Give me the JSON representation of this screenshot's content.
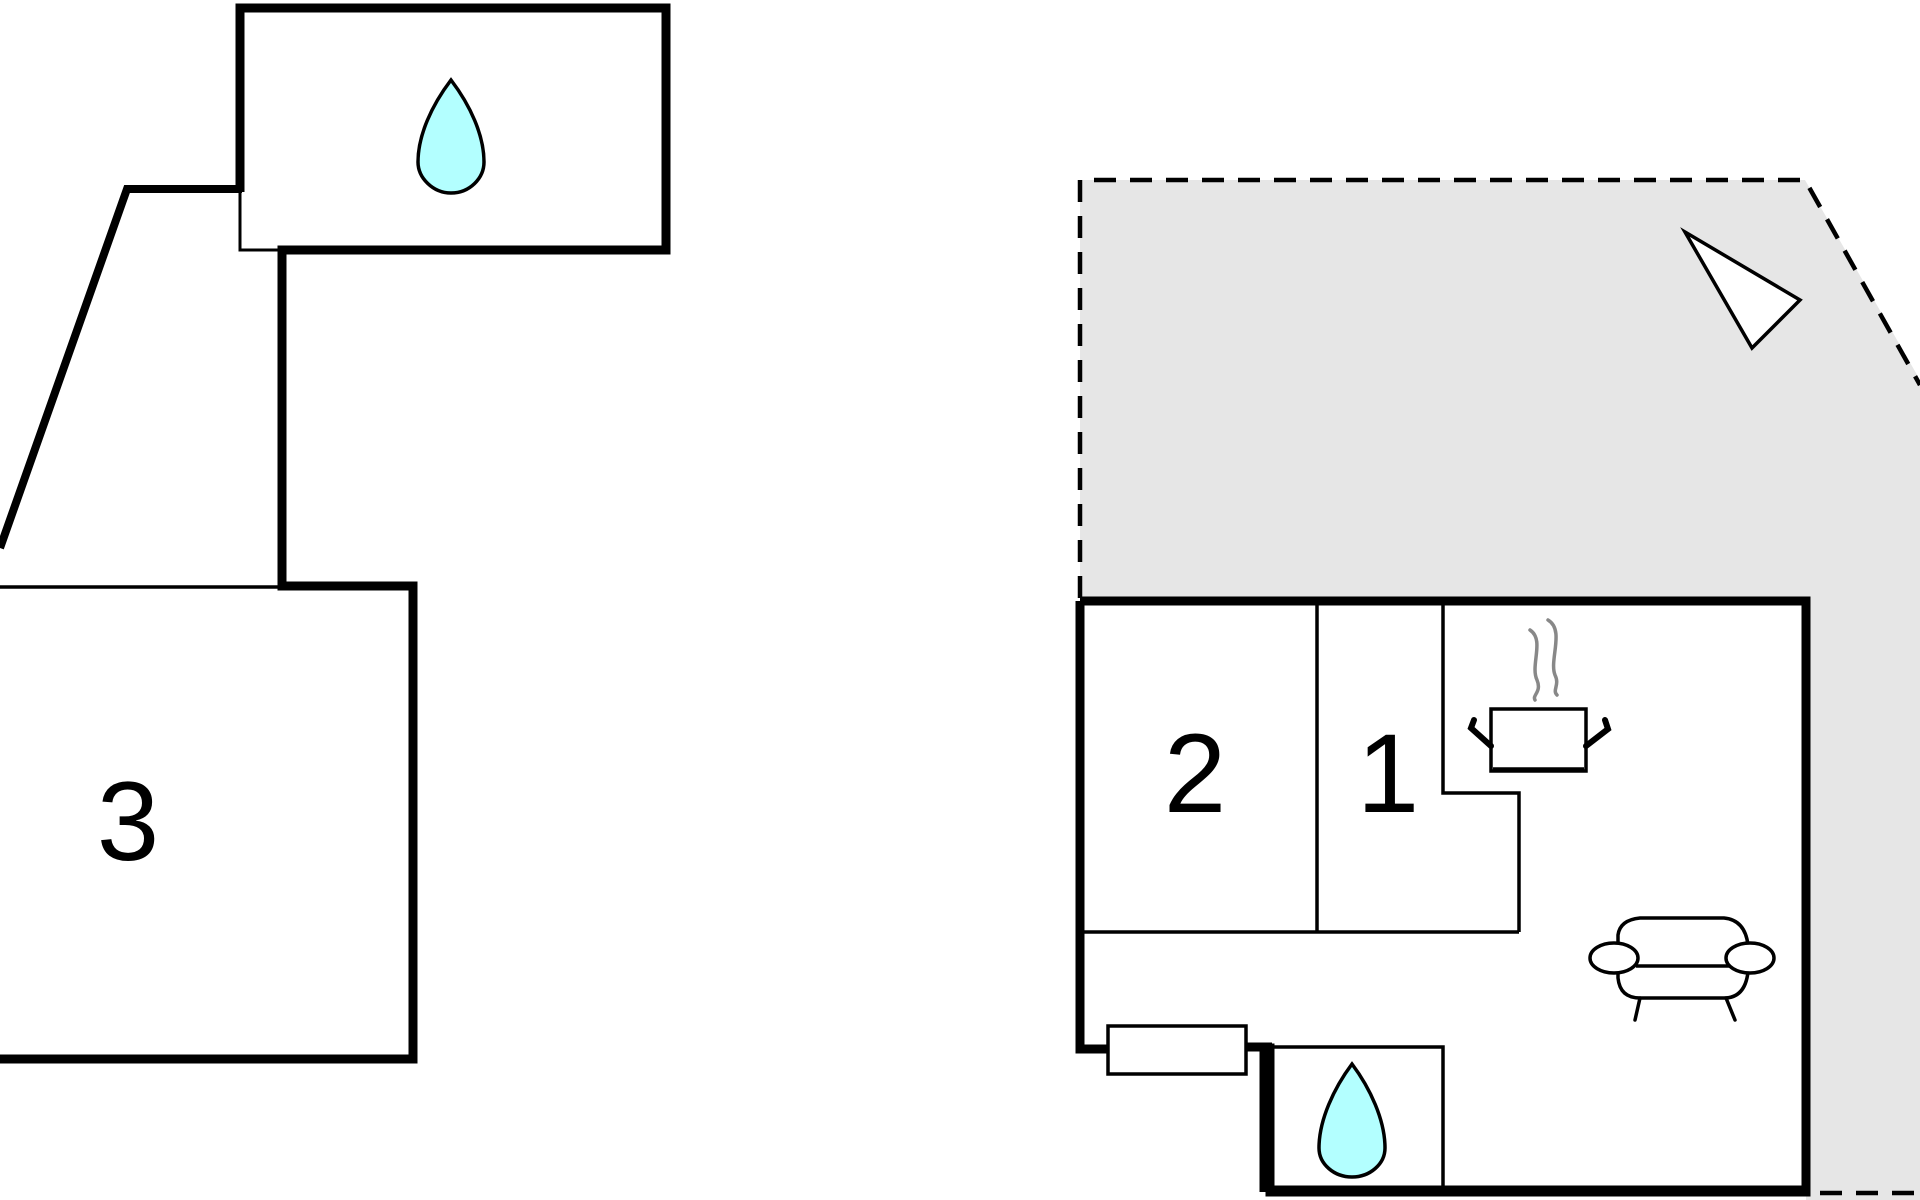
{
  "floorplan": {
    "rooms": [
      {
        "label": "3"
      },
      {
        "label": "2"
      },
      {
        "label": "1"
      }
    ],
    "icons": [
      "water-drop-icon",
      "water-drop-icon",
      "cooking-pot-icon",
      "sofa-icon",
      "north-arrow-icon",
      "radiator-icon"
    ],
    "colors": {
      "wall": "#000000",
      "terrace": "#e6e6e6",
      "water": "#b3ffff",
      "steam": "#888888"
    }
  }
}
